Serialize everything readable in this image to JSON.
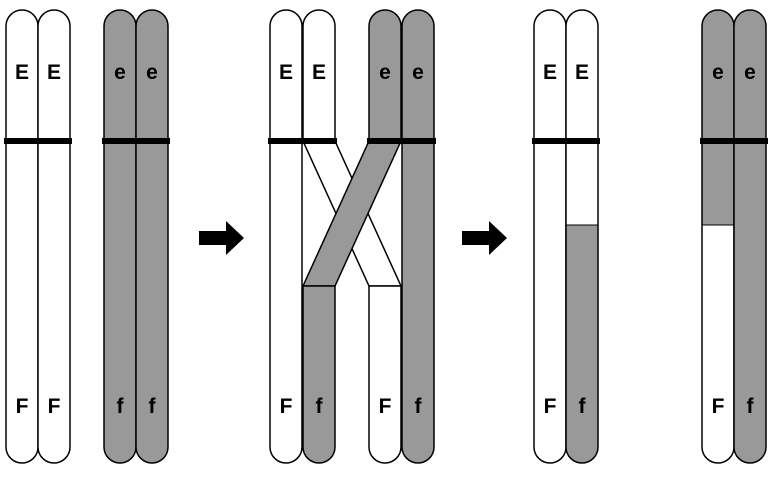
{
  "colors": {
    "white_strand": "#ffffff",
    "gray_strand": "#999999",
    "outline": "#000000"
  },
  "stage1": {
    "pair1": {
      "strand1": {
        "top": "E",
        "bottom": "F"
      },
      "strand2": {
        "top": "E",
        "bottom": "F"
      }
    },
    "pair2": {
      "strand1": {
        "top": "e",
        "bottom": "f"
      },
      "strand2": {
        "top": "e",
        "bottom": "f"
      }
    }
  },
  "arrow1": {
    "icon": "right-arrow-icon"
  },
  "stage2": {
    "strand1": {
      "top": "E",
      "bottom": "F"
    },
    "strand2": {
      "top": "E",
      "bottom": "f"
    },
    "strand3": {
      "top": "e",
      "bottom": "F"
    },
    "strand4": {
      "top": "e",
      "bottom": "f"
    }
  },
  "arrow2": {
    "icon": "right-arrow-icon"
  },
  "stage3": {
    "pair1": {
      "strand1": {
        "top": "E",
        "bottom": "F"
      },
      "strand2": {
        "top": "E",
        "bottom": "f"
      }
    },
    "pair2": {
      "strand1": {
        "top": "e",
        "bottom": "F"
      },
      "strand2": {
        "top": "e",
        "bottom": "f"
      }
    }
  }
}
